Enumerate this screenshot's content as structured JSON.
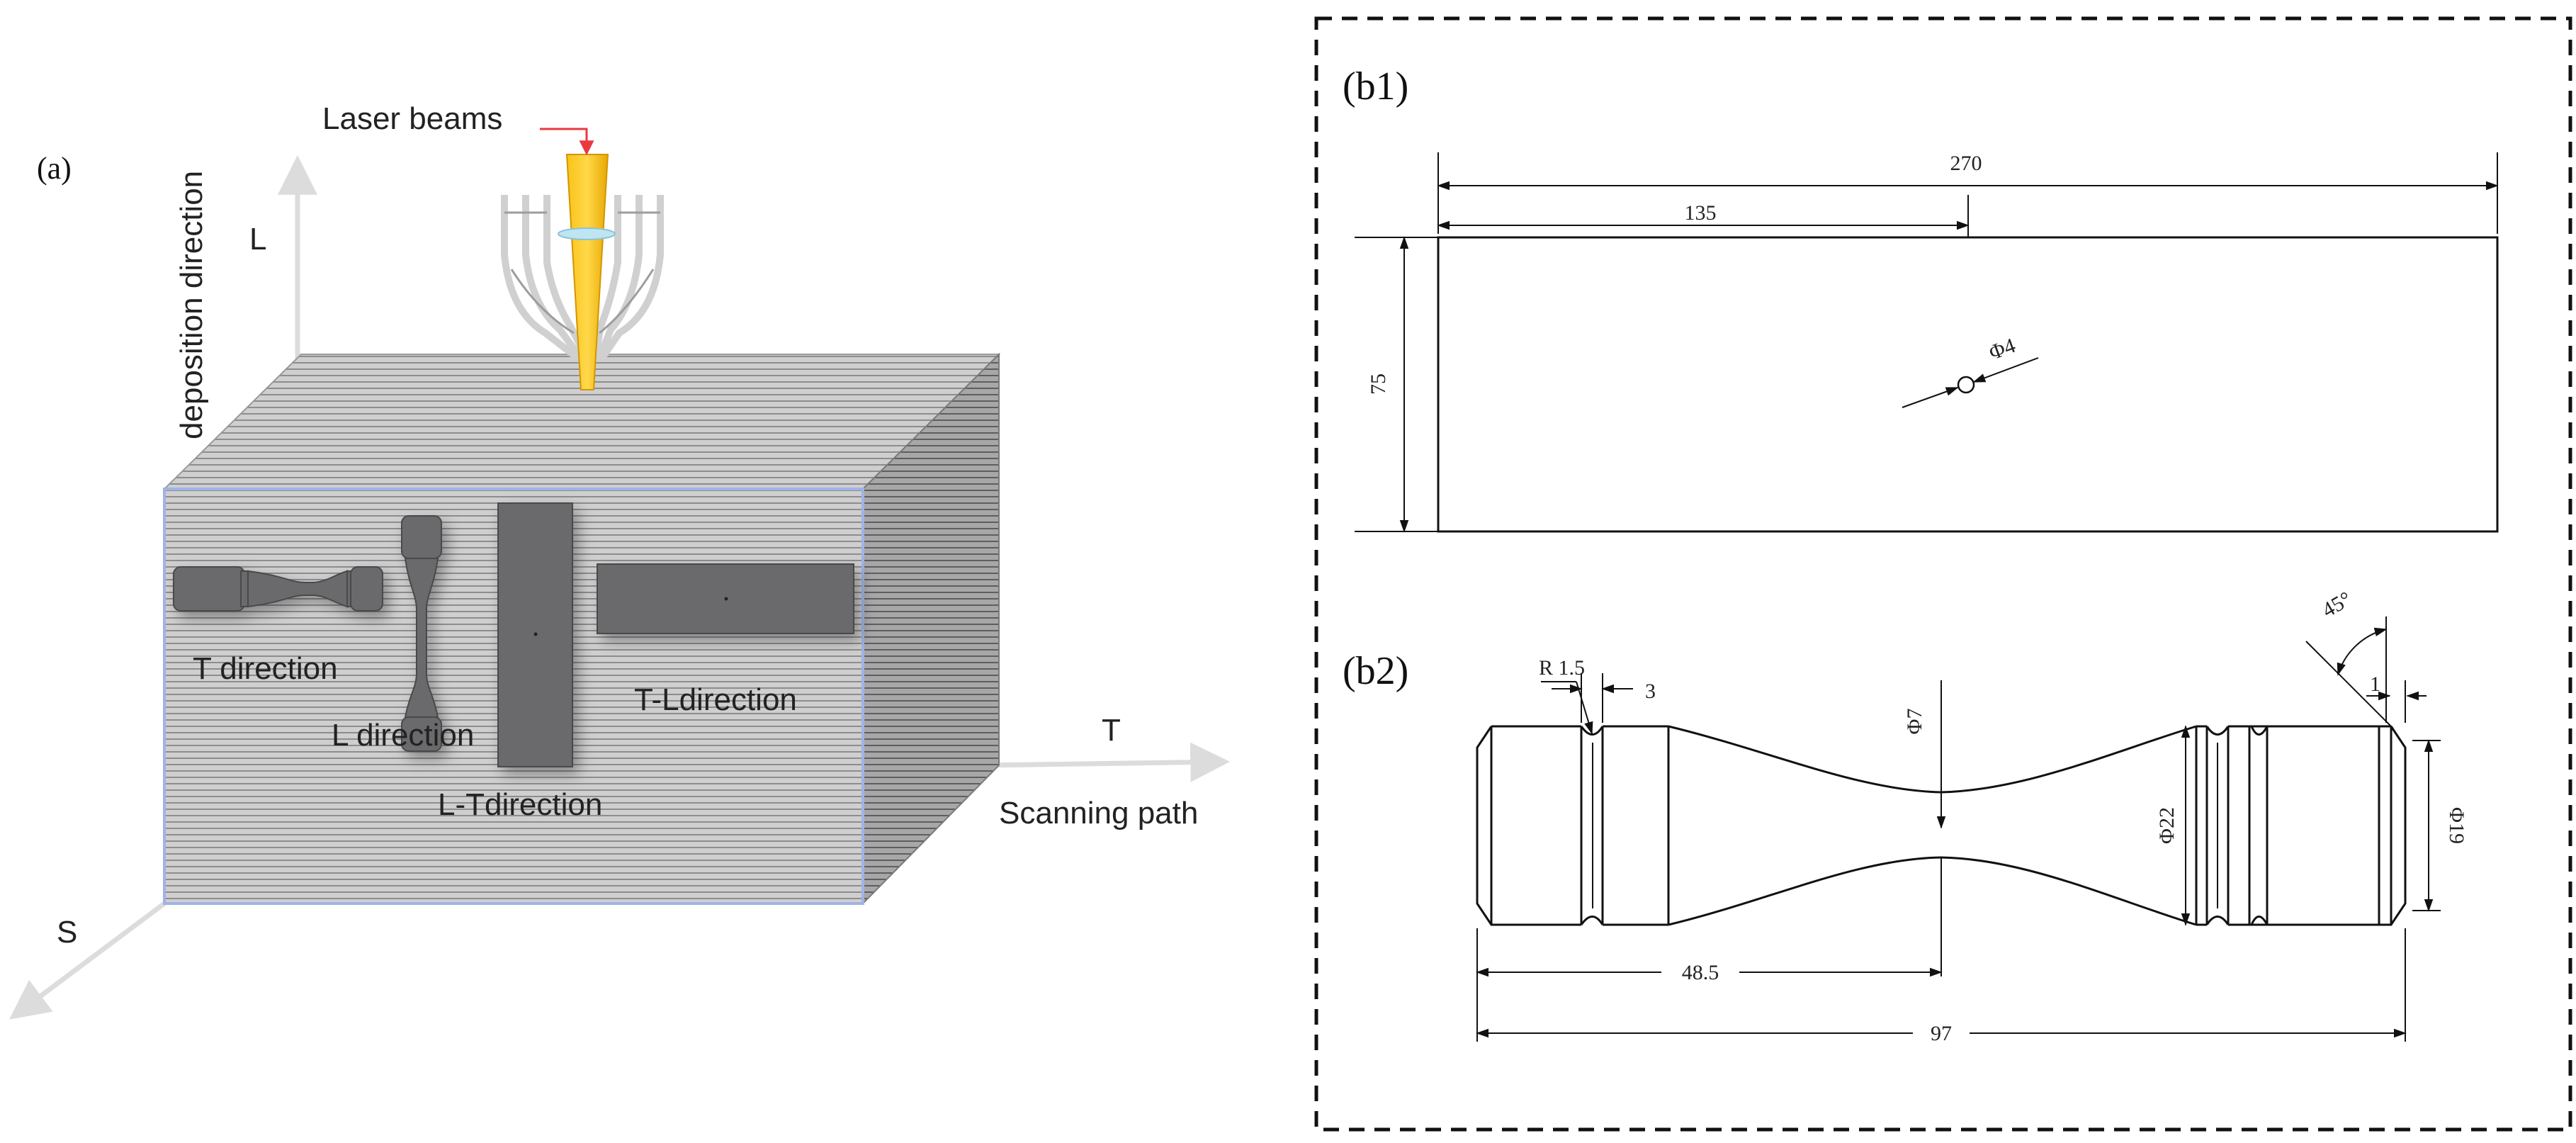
{
  "panel_a": {
    "label": "(a)",
    "laser_label": "Laser beams",
    "axis_L": "L",
    "axis_L_caption": "deposition direction",
    "axis_T": "T",
    "axis_T_caption": "Scanning path",
    "axis_S": "S",
    "specimens": {
      "t_direction": "T direction",
      "l_direction": "L direction",
      "lt_direction": "L-Tdirection",
      "tl_direction": "T-Ldirection"
    }
  },
  "panel_b1": {
    "label": "(b1)",
    "dim_total_length": "270",
    "dim_half_length": "135",
    "dim_height": "75",
    "dim_hole": "Φ4"
  },
  "panel_b2": {
    "label": "(b2)",
    "dim_radius": "R 1.5",
    "dim_groove": "3",
    "dim_gauge_dia": "Φ7",
    "dim_shoulder_dia": "Φ22",
    "dim_end_dia": "Φ19",
    "dim_angle": "45°",
    "dim_chamfer": "1",
    "dim_half": "48.5",
    "dim_total": "97"
  },
  "colors": {
    "laser": "#f5b800",
    "specimen": "#6b6b6d",
    "block_top": "#c8c8c8",
    "block_front": "#b9b9b9",
    "block_side": "#9c9c9c",
    "axis": "#dcdcdc",
    "pointer": "#e8393f"
  }
}
